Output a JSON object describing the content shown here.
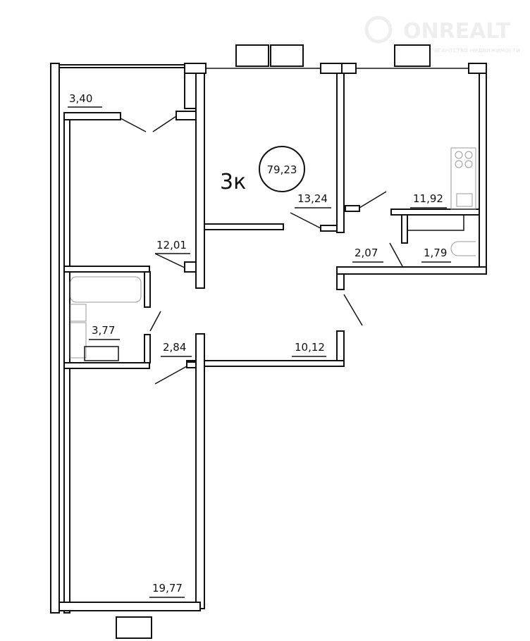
{
  "watermark": {
    "brand": "ONREALT",
    "subtitle": "агентство недвижимости"
  },
  "plan": {
    "apartment_type": "3к",
    "total_area": "79,23",
    "rooms": [
      {
        "name": "loggia",
        "area": "3,40"
      },
      {
        "name": "room-left-top",
        "area": "12,01"
      },
      {
        "name": "room-center",
        "area": "13,24"
      },
      {
        "name": "kitchen",
        "area": "11,92"
      },
      {
        "name": "corridor-right",
        "area": "2,07"
      },
      {
        "name": "toilet",
        "area": "1,79"
      },
      {
        "name": "bathroom",
        "area": "3,77"
      },
      {
        "name": "hall-small",
        "area": "2,84"
      },
      {
        "name": "hall",
        "area": "10,12"
      },
      {
        "name": "room-bottom",
        "area": "19,77"
      }
    ]
  }
}
